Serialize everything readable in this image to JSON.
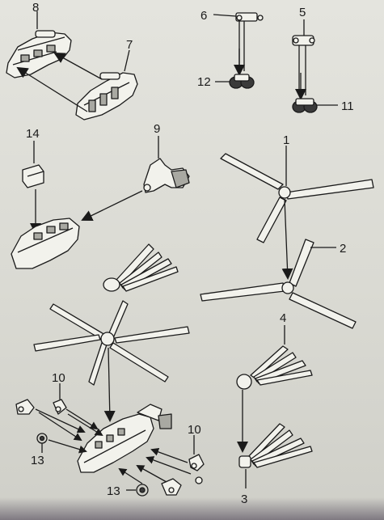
{
  "part_numbers": {
    "p1": "1",
    "p2": "2",
    "p3": "3",
    "p4": "4",
    "p5": "5",
    "p6": "6",
    "p7": "7",
    "p8": "8",
    "p9": "9",
    "p10a": "10",
    "p10b": "10",
    "p11": "11",
    "p12": "12",
    "p13a": "13",
    "p13b": "13",
    "p14": "14"
  },
  "colors": {
    "ink": "#1a1a1a",
    "part_fill": "#f2f2ec",
    "part_shade": "#a9a9a2",
    "paper": "#dcdcd6"
  }
}
